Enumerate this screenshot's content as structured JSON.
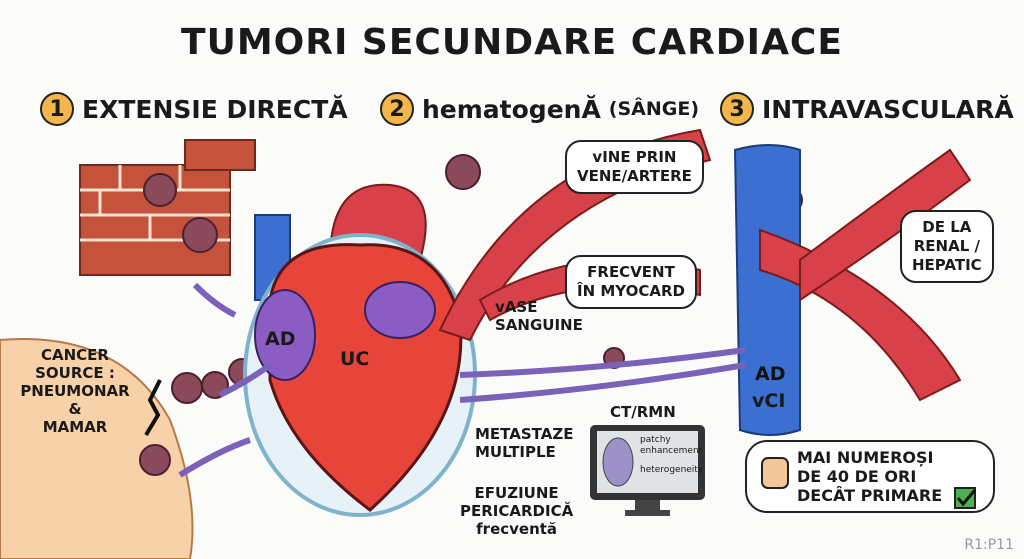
{
  "title": "TUMORI SECUNDARE CARDIACE",
  "sections": [
    {
      "number": "1",
      "label": "EXTENSIE DIRECTĂ"
    },
    {
      "number": "2",
      "label": "hematogenĂ",
      "sub": "(SÂNGE)"
    },
    {
      "number": "3",
      "label": "INTRAVASCULARĂ"
    }
  ],
  "labels": {
    "cancer_source": [
      "CANCER",
      "SOURCE :",
      "PNEUMONAR",
      "&",
      "MAMAR"
    ],
    "ad": "AD",
    "uc": "UC",
    "vase": [
      "vASE",
      "SANGUINE"
    ],
    "metastaze": [
      "METASTAZE",
      "MULTIPLE"
    ],
    "efuziune": [
      "EFUZIUNE",
      "PERICARDICĂ",
      "frecventă"
    ],
    "ct": "CT/RMN",
    "ct_notes": [
      "patchy",
      "enhancement",
      "heterogeneity"
    ],
    "ad_right": "AD",
    "vci": "vCI",
    "footer": "R1:P11"
  },
  "bubbles": {
    "vine": [
      "vINE PRIN",
      "VENE/ARTERE"
    ],
    "frecvent": [
      "FRECVENT",
      "ÎN MYOCARD"
    ],
    "renal": [
      "DE LA",
      "RENAL /",
      "HEPATIC"
    ],
    "numerosi": [
      "MAI NUMEROȘI",
      "DE 40 DE ORI",
      "DECÂT PRIMARE"
    ]
  },
  "colors": {
    "accent": "#f3b64a",
    "heart": "#e8453a",
    "vein": "#3b6fd1",
    "artery": "#d9414a",
    "cell": "#8a4a5c",
    "check": "#4caf50"
  }
}
